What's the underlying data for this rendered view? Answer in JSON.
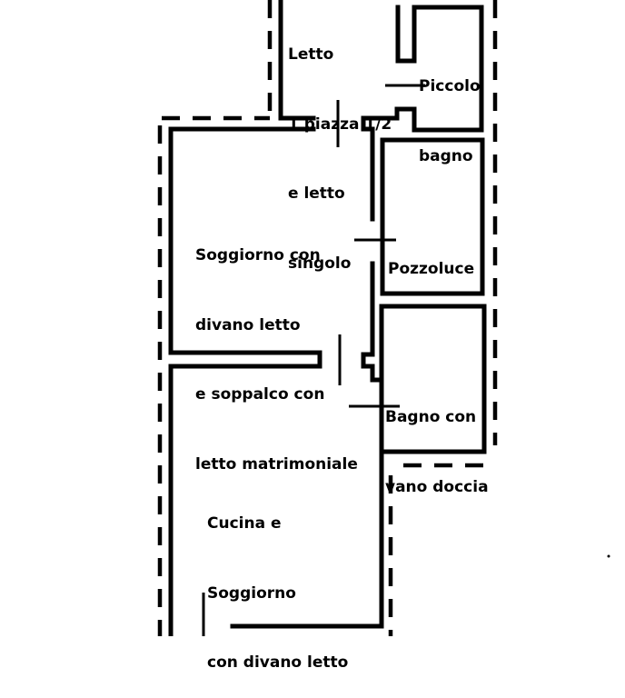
{
  "rooms": {
    "bedroom": {
      "line1": "Letto",
      "line2": "1 piazza 1/2",
      "line3": "e letto",
      "line4": "singolo"
    },
    "small_bath": {
      "line1": "Piccolo",
      "line2": "bagno"
    },
    "lightwell": {
      "line1": "Pozzoluce"
    },
    "living_upper": {
      "line1": "Soggiorno con",
      "line2": "divano letto",
      "line3": "e soppalco con",
      "line4": "letto matrimoniale"
    },
    "shower_bath": {
      "line1": "Bagno con",
      "line2": "vano doccia"
    },
    "kitchen": {
      "line1": "Cucina e",
      "line2": "Soggiorno",
      "line3": "con divano letto"
    }
  }
}
